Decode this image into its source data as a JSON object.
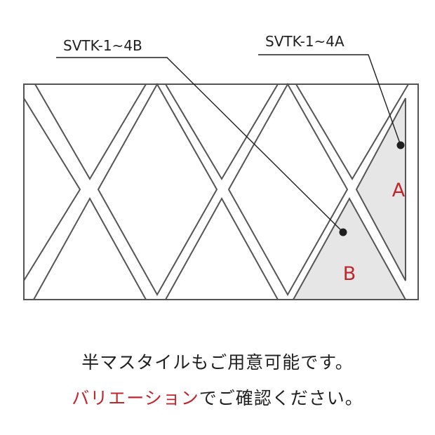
{
  "diagram": {
    "callouts": [
      {
        "id": "b",
        "label": "SVTK-1~4B"
      },
      {
        "id": "a",
        "label": "SVTK-1~4A"
      }
    ],
    "pieces": [
      {
        "id": "a",
        "letter": "A"
      },
      {
        "id": "b",
        "letter": "B"
      }
    ]
  },
  "captions": {
    "line1": "半マスタイルもご用意可能です。",
    "line2_highlight": "バリエーション",
    "line2_rest": "でご確認ください。"
  },
  "colors": {
    "outline": "#555555",
    "highlight_fill": "#e6e6e6",
    "accent": "#c0272d",
    "text": "#1f1f1f"
  }
}
